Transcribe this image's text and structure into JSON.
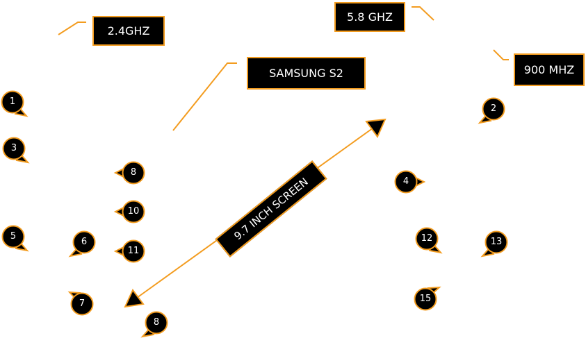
{
  "colors": {
    "accent": "#f39c1f",
    "box_fill": "#000000",
    "text": "#ffffff",
    "background": "#ffffff"
  },
  "labels": {
    "band_24": "2.4GHZ",
    "band_58": "5.8 GHZ",
    "band_900": "900 MHZ",
    "device": "SAMSUNG S2",
    "screen": "9.7 INCH SCREEN"
  },
  "markers": [
    {
      "id": "m1",
      "number": "1",
      "pointer": "bottom-right"
    },
    {
      "id": "m3",
      "number": "3",
      "pointer": "bottom-right"
    },
    {
      "id": "m5",
      "number": "5",
      "pointer": "bottom-right"
    },
    {
      "id": "m6",
      "number": "6",
      "pointer": "bottom-left"
    },
    {
      "id": "m7",
      "number": "7",
      "pointer": "top-left"
    },
    {
      "id": "m8a",
      "number": "8",
      "pointer": "left"
    },
    {
      "id": "m10",
      "number": "10",
      "pointer": "left"
    },
    {
      "id": "m11",
      "number": "11",
      "pointer": "left"
    },
    {
      "id": "m8b",
      "number": "8",
      "pointer": "bottom-left"
    },
    {
      "id": "m2",
      "number": "2",
      "pointer": "bottom-left"
    },
    {
      "id": "m4",
      "number": "4",
      "pointer": "right"
    },
    {
      "id": "m12",
      "number": "12",
      "pointer": "bottom-right"
    },
    {
      "id": "m13",
      "number": "13",
      "pointer": "bottom-left"
    },
    {
      "id": "m15",
      "number": "15",
      "pointer": "top-right"
    }
  ]
}
